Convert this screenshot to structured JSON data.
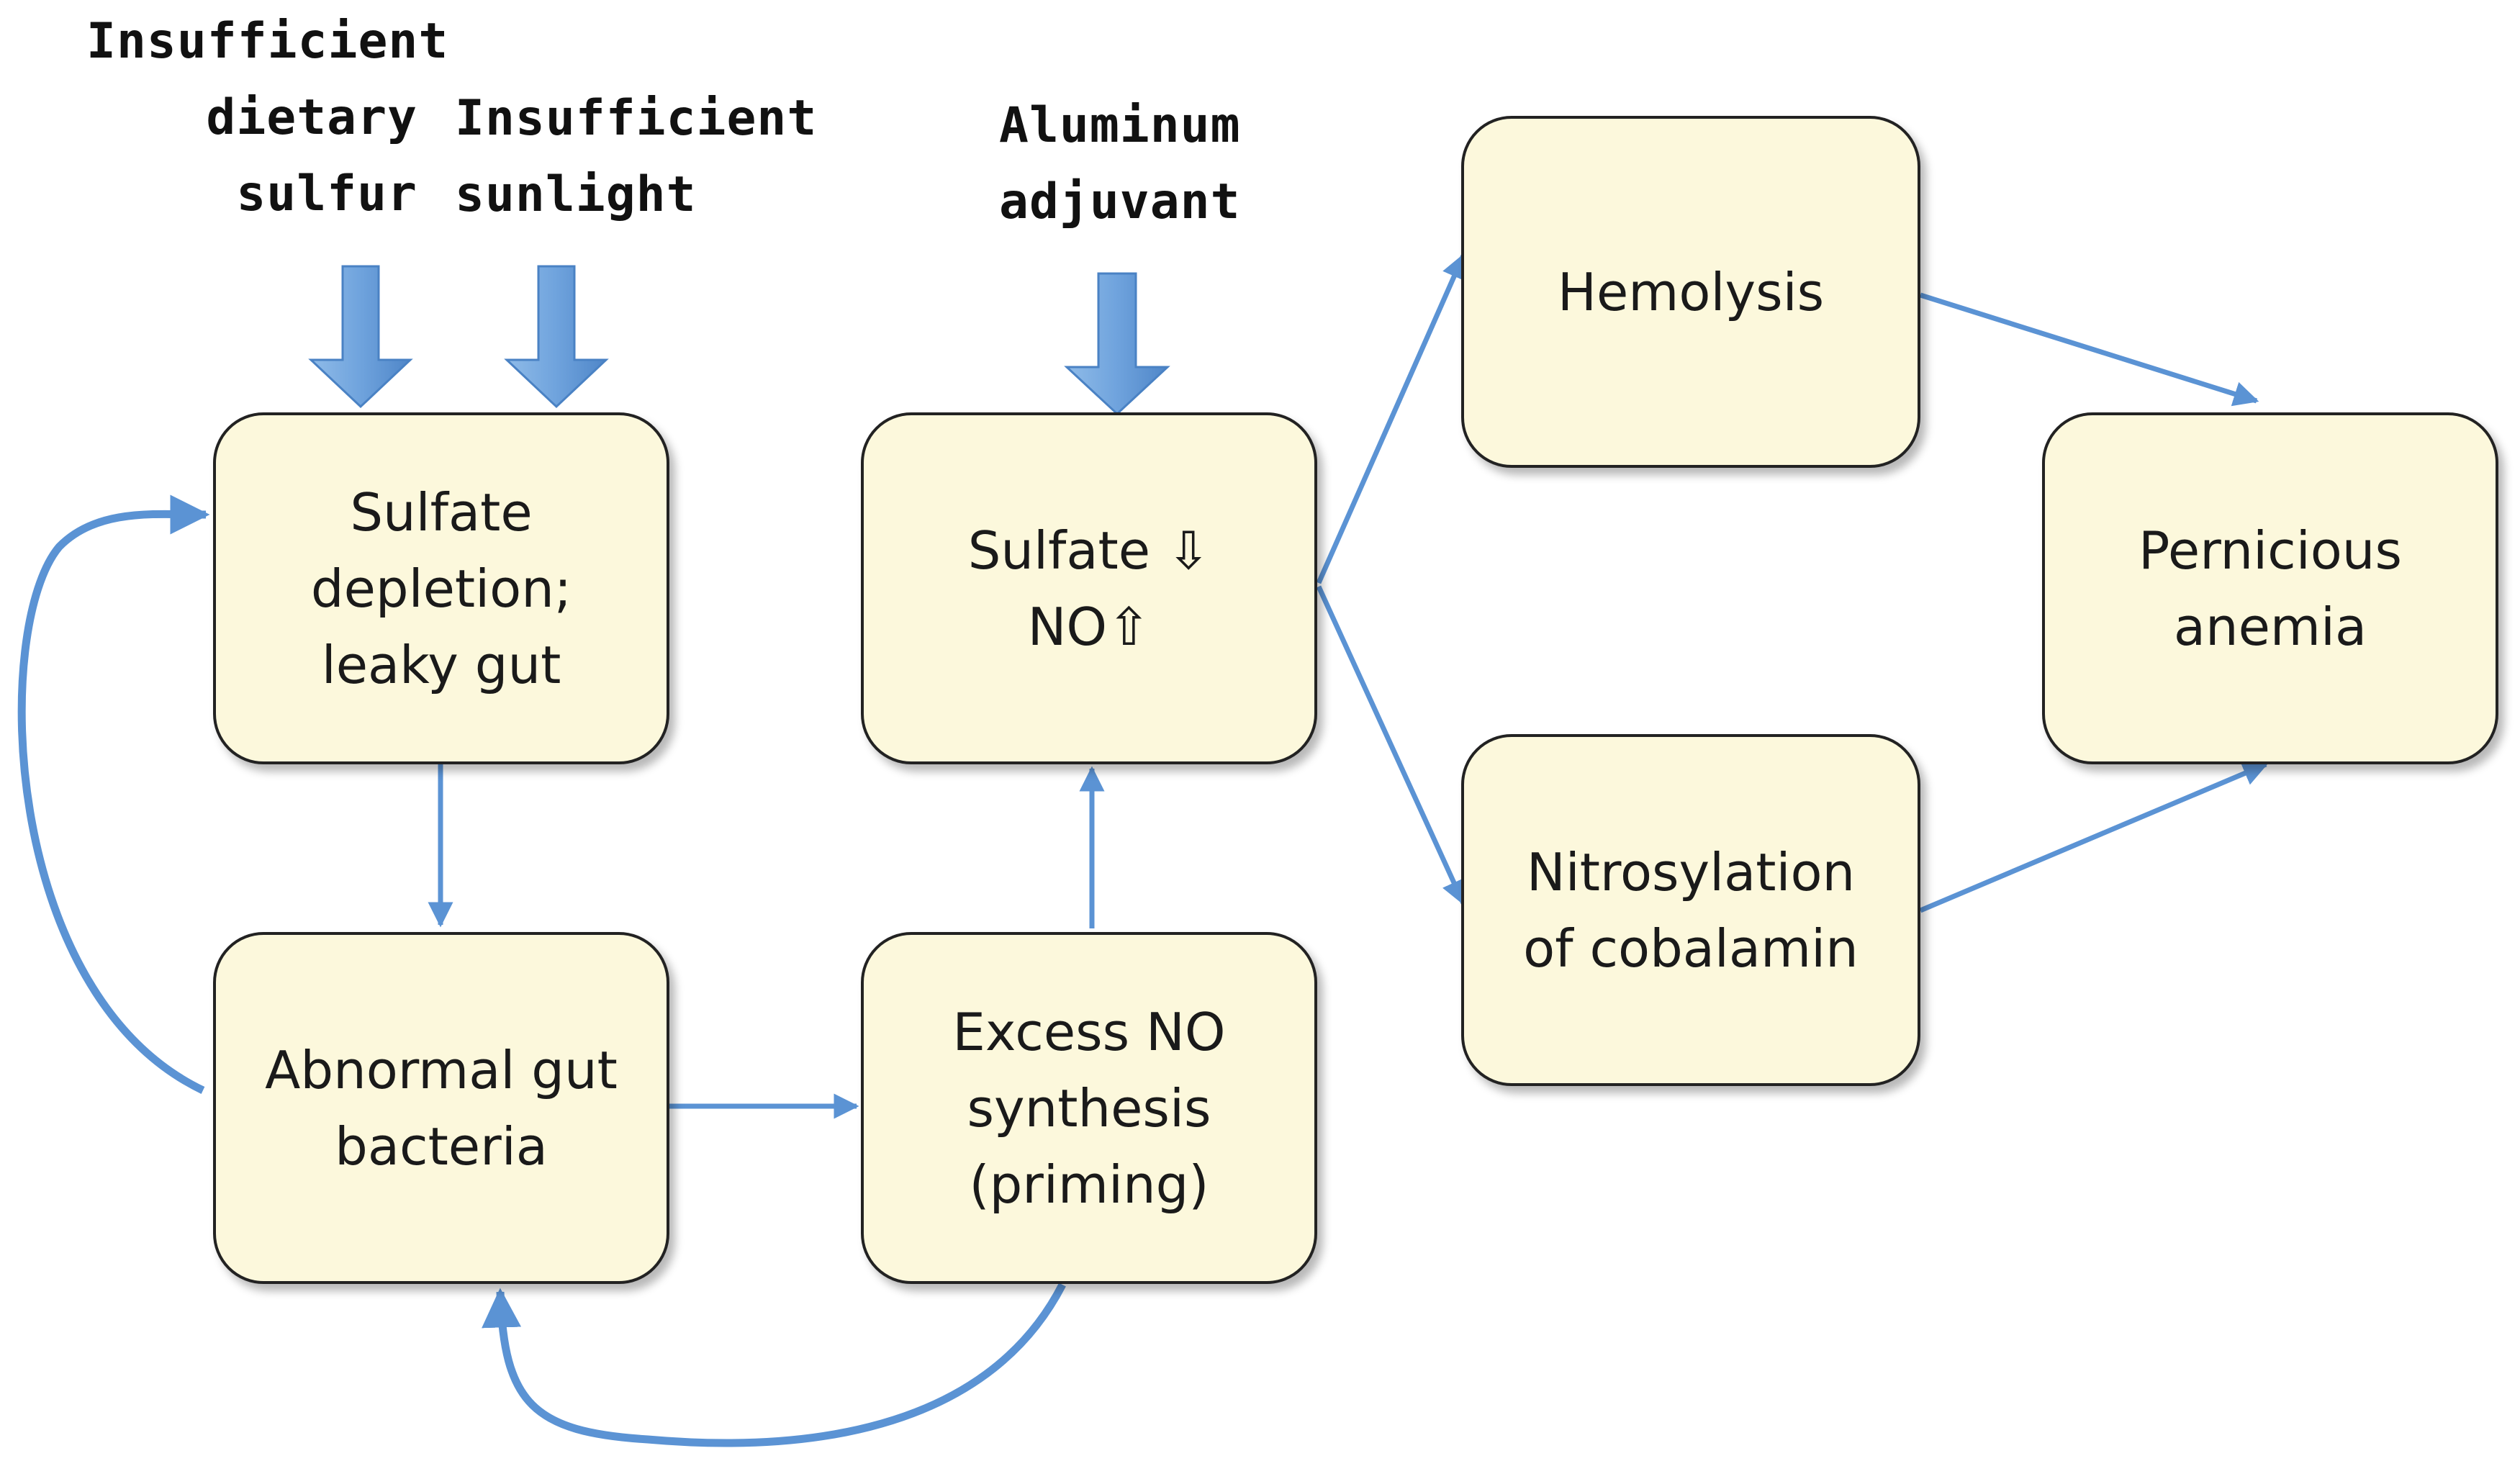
{
  "diagram": {
    "causes": {
      "dietary_sulfur": "Insufficient\ndietary\nsulfur",
      "sunlight": "Insufficient\nsunlight",
      "aluminum": "Aluminum\nadjuvant"
    },
    "nodes": {
      "sulfate_depletion": "Sulfate\ndepletion;\nleaky gut",
      "abnormal_gut": "Abnormal gut\nbacteria",
      "excess_no": "Excess NO\nsynthesis\n(priming)",
      "sulfate_no": "Sulfate ⇩\nNO⇧",
      "hemolysis": "Hemolysis",
      "nitrosylation": "Nitrosylation\nof cobalamin",
      "pernicious": "Pernicious\nanemia"
    },
    "colors": {
      "box_fill": "#fcf8dc",
      "box_border": "#222222",
      "arrow": "#5b93d4"
    }
  }
}
